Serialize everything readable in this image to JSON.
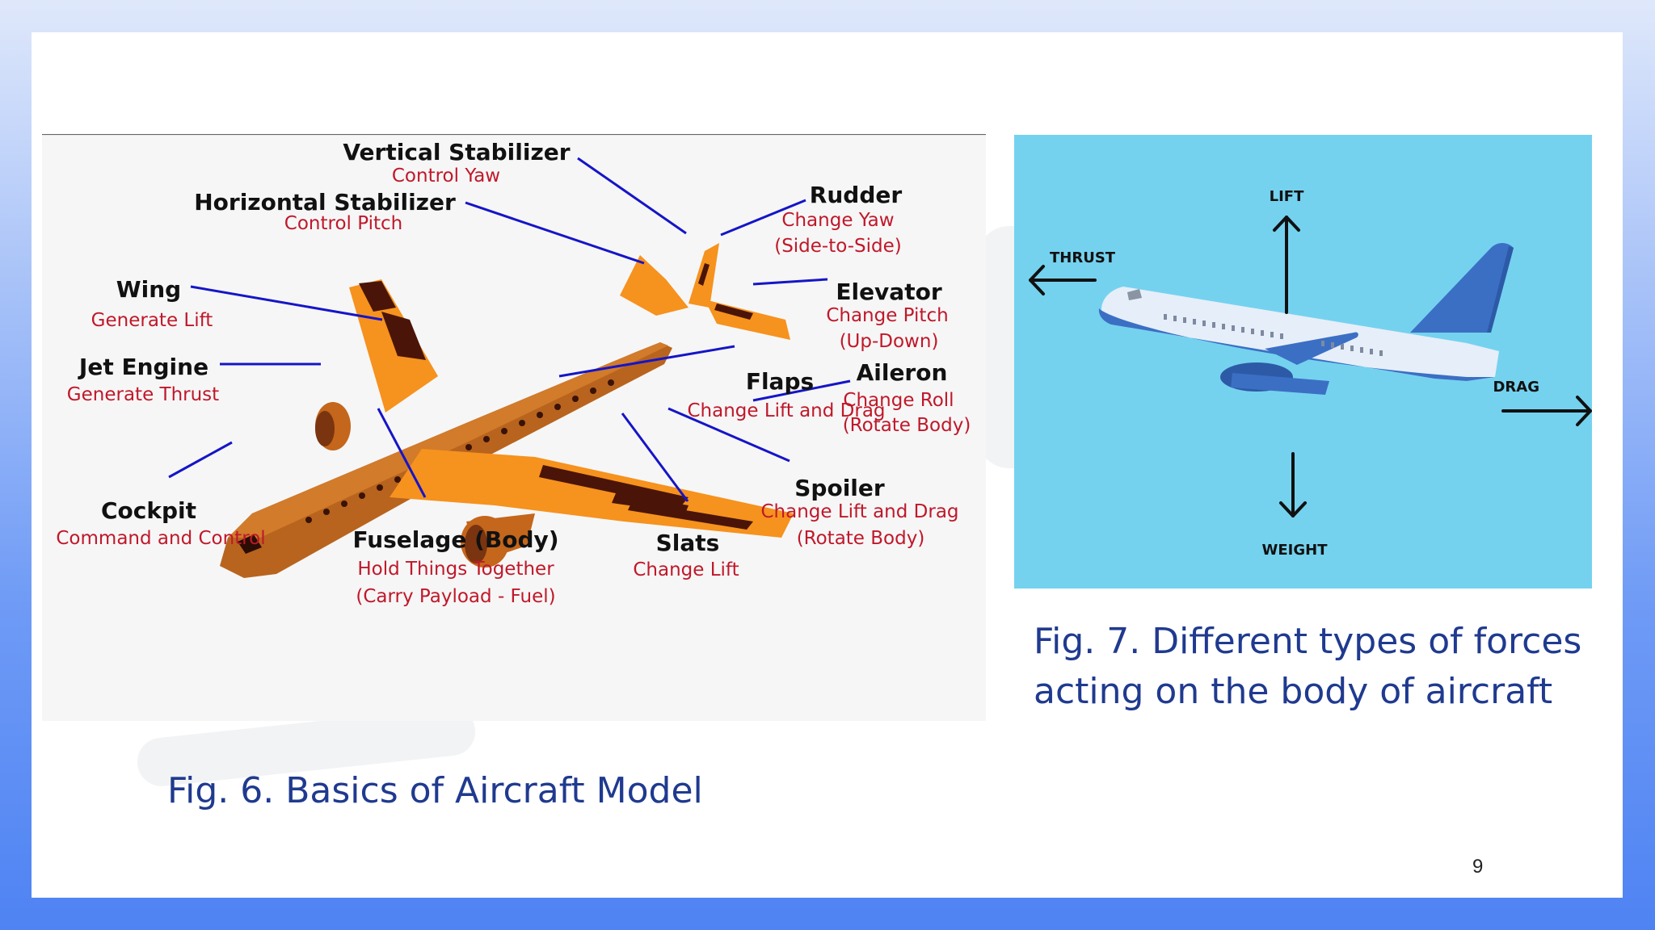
{
  "fig6": {
    "caption": "Fig. 6. Basics of Aircraft Model",
    "parts": {
      "vertical_stabilizer": {
        "name": "Vertical Stabilizer",
        "desc": [
          "Control Yaw"
        ]
      },
      "horizontal_stabilizer": {
        "name": "Horizontal Stabilizer",
        "desc": [
          "Control Pitch"
        ]
      },
      "rudder": {
        "name": "Rudder",
        "desc": [
          "Change Yaw",
          "(Side-to-Side)"
        ]
      },
      "elevator": {
        "name": "Elevator",
        "desc": [
          "Change Pitch",
          "(Up-Down)"
        ]
      },
      "wing": {
        "name": "Wing",
        "desc": [
          "Generate Lift"
        ]
      },
      "flaps": {
        "name": "Flaps",
        "desc": [
          "Change Lift and Drag"
        ]
      },
      "jet_engine": {
        "name": "Jet Engine",
        "desc": [
          "Generate Thrust"
        ]
      },
      "aileron": {
        "name": "Aileron",
        "desc": [
          "Change Roll",
          "(Rotate Body)"
        ]
      },
      "spoiler": {
        "name": "Spoiler",
        "desc": [
          "Change Lift and Drag",
          "(Rotate Body)"
        ]
      },
      "cockpit": {
        "name": "Cockpit",
        "desc": [
          "Command and Control"
        ]
      },
      "fuselage": {
        "name": "Fuselage (Body)",
        "desc": [
          "Hold Things Together",
          "(Carry Payload - Fuel)"
        ]
      },
      "slats": {
        "name": "Slats",
        "desc": [
          "Change Lift"
        ]
      }
    }
  },
  "fig7": {
    "caption_line1": "Fig. 7. Different types of forces",
    "caption_line2": "acting on the body of aircraft",
    "forces": {
      "lift": "LIFT",
      "thrust": "THRUST",
      "drag": "DRAG",
      "weight": "WEIGHT"
    },
    "background_color": "#74d2ef"
  },
  "page_number": "9"
}
